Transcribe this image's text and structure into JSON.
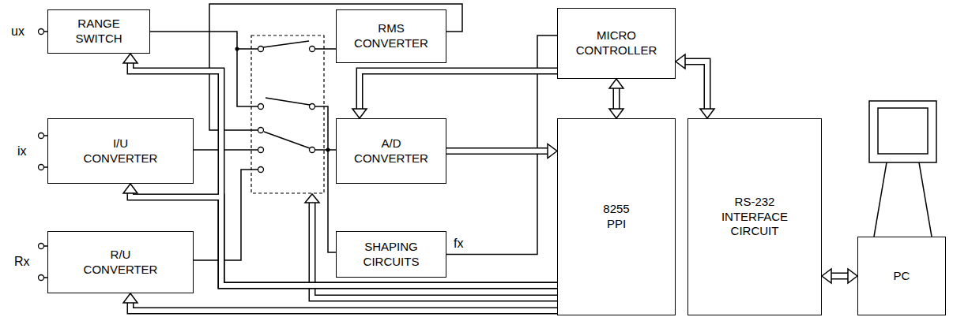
{
  "diagram": {
    "nodes": [
      {
        "text": [
          "RANGE SWITCH"
        ]
      },
      {
        "text": [
          "I/U CONVERTER"
        ]
      },
      {
        "text": [
          "R/U CONVERTER"
        ]
      },
      {
        "text": [
          "RMS CONVERTER"
        ]
      },
      {
        "text": [
          "A/D CONVERTER"
        ]
      },
      {
        "text": [
          "SHAPING CIRCUITS"
        ]
      },
      {
        "text": [
          "MICRO CONTROLLER"
        ]
      },
      {
        "text": [
          "8255 PPI"
        ]
      },
      {
        "text": [
          "RS-232 INTERFACE CIRCUIT"
        ]
      },
      {
        "text": [
          "PC"
        ]
      }
    ],
    "edges": [
      {
        "from": 6,
        "to": 7,
        "arrow": "both"
      },
      {
        "from": 6,
        "to": 8,
        "arrow": "both"
      },
      {
        "from": 8,
        "to": 9,
        "arrow": "both"
      },
      {
        "from": 4,
        "to": 7,
        "arrow": "to"
      },
      {
        "from": 6,
        "to": 4,
        "arrow": "to"
      },
      {
        "from": 5,
        "to": 6,
        "arrow": "none"
      },
      {
        "from": 7,
        "to": 0,
        "arrow": "to"
      },
      {
        "from": 7,
        "to": 1,
        "arrow": "to"
      },
      {
        "from": 7,
        "to": 2,
        "arrow": "to"
      }
    ],
    "labels": [
      "ux",
      "ix",
      "Rx",
      "fx"
    ]
  }
}
